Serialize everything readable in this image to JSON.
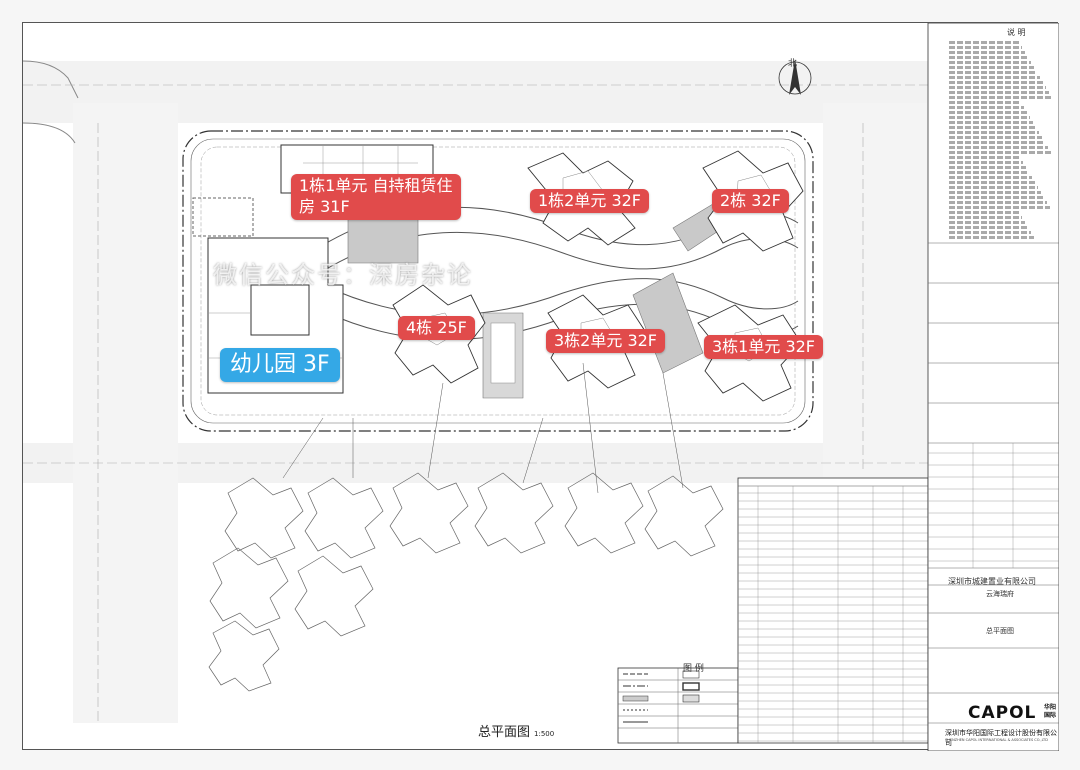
{
  "building_labels": {
    "b1": "1栋1单元 自持租赁住房 31F",
    "b1_2": "1栋2单元 32F",
    "b2": "2栋 32F",
    "b4": "4栋 25F",
    "b3_2": "3栋2单元 32F",
    "b3_1": "3栋1单元 32F",
    "kindergarten": "幼儿园 3F"
  },
  "watermark": "微信公众号：深房杂论",
  "north": "北",
  "plan_title": "总平面图",
  "plan_scale": "1:500",
  "legend": {
    "title": "图 例"
  },
  "notes": {
    "title": "说 明"
  },
  "title_block": {
    "client": "深圳市城建置业有限公司",
    "project": "云海瑞府",
    "drawing_title": "总平面图",
    "firm_logo": "CAPOL",
    "firm_logo_cn": "华阳国际",
    "firm": "深圳市华阳国际工程设计股份有限公司",
    "firm_en": "SHENZHEN CAPOL INTERNATIONAL & ASSOCIATES CO.,LTD"
  },
  "colors": {
    "red_label": "#e14b4b",
    "blue_label": "#34a8e6",
    "line": "#444444",
    "road_fill": "#eeeeee",
    "hatch_fill": "#c9c9c9"
  }
}
